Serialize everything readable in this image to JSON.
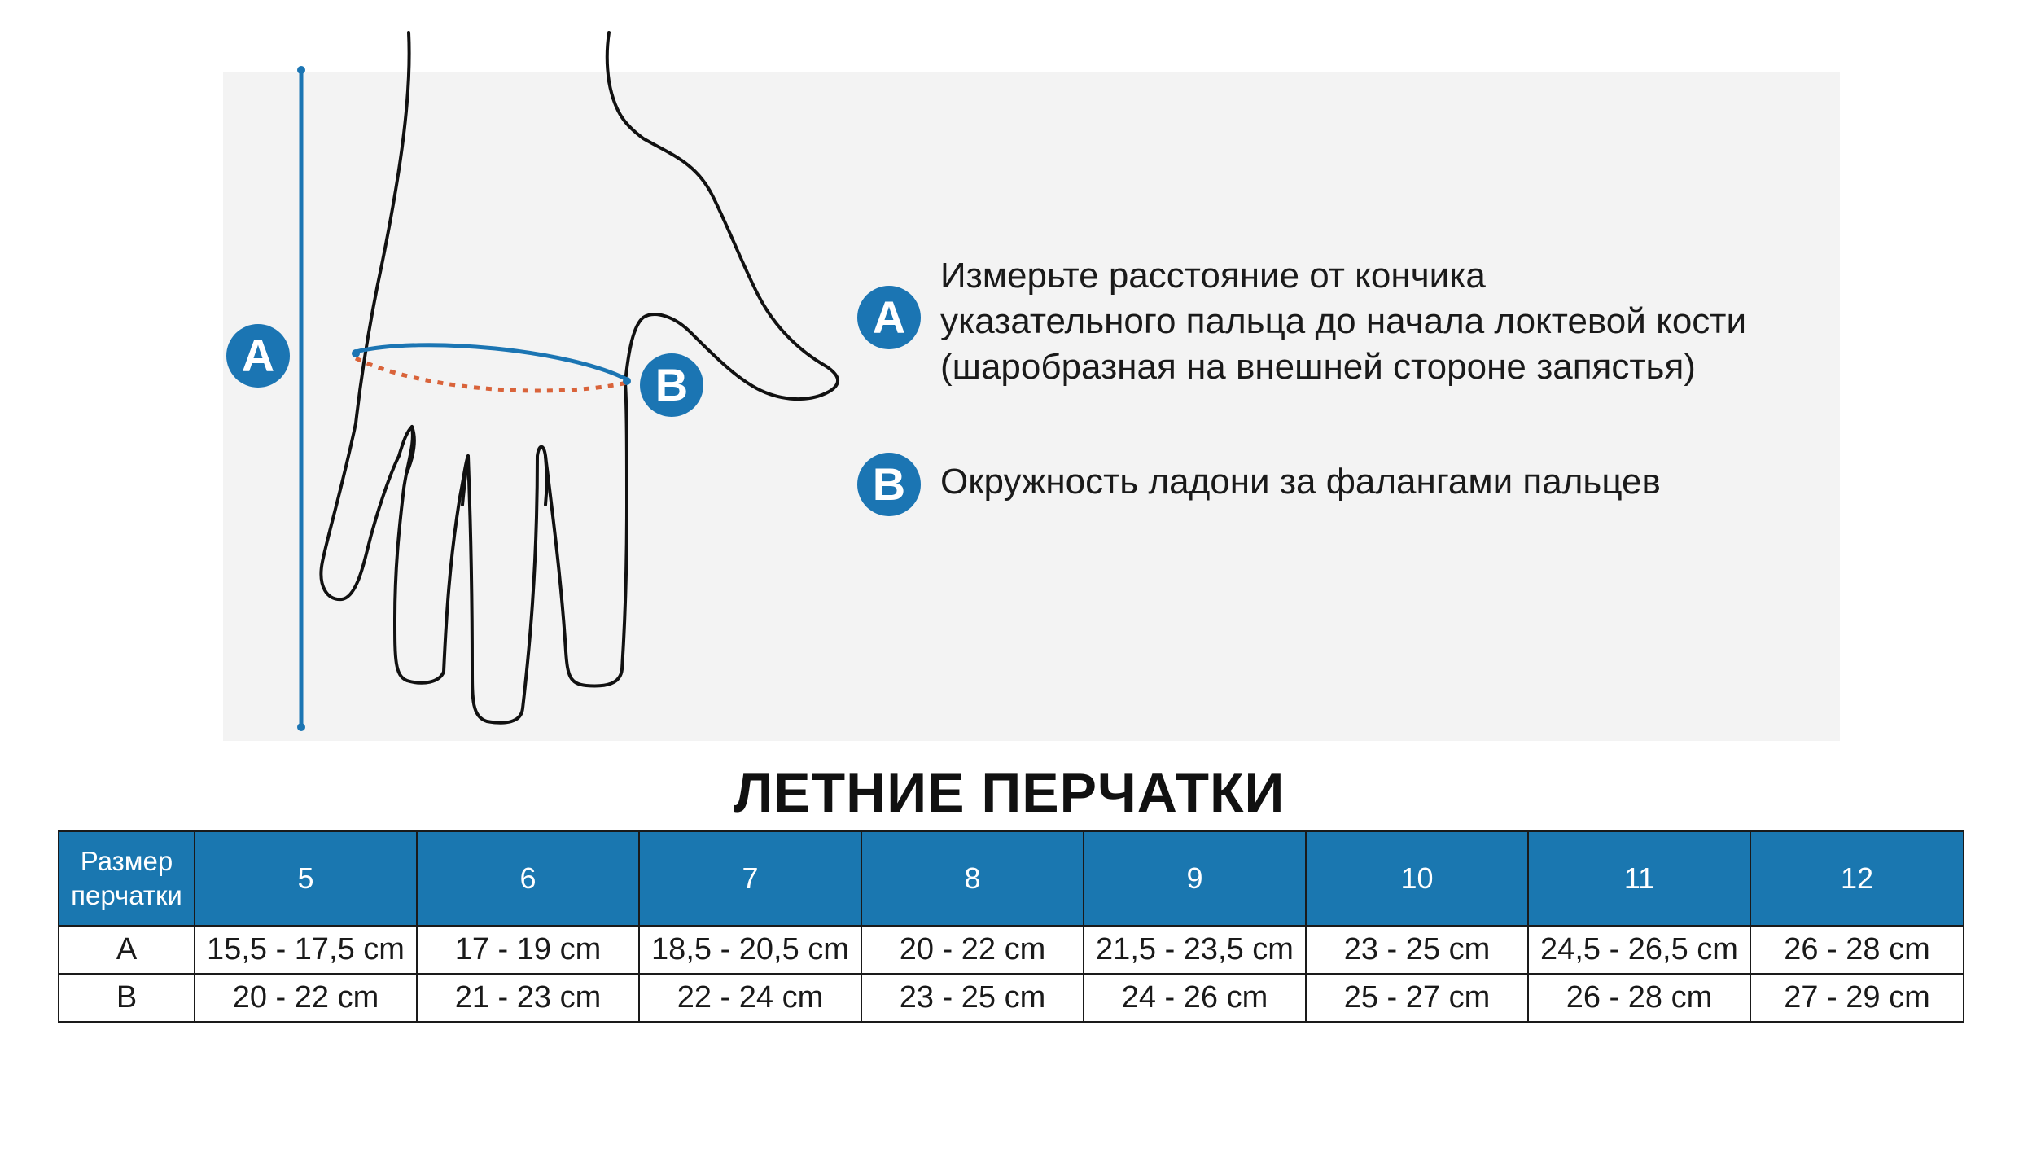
{
  "instructions": {
    "a": {
      "marker": "A",
      "lines": [
        "Измерьте расстояние от кончика",
        "указательного пальца до начала локтевой кости",
        "(шаробразная на внешней стороне запястья)"
      ]
    },
    "b": {
      "marker": "B",
      "text": "Окружность ладони за фалангами пальцев"
    }
  },
  "diagram": {
    "marker_a": "A",
    "marker_b": "B"
  },
  "table": {
    "title": "ЛЕТНИЕ ПЕРЧАТКИ",
    "header_label_lines": [
      "Размер",
      "перчатки"
    ],
    "sizes": [
      "5",
      "6",
      "7",
      "8",
      "9",
      "10",
      "11",
      "12"
    ],
    "rows": [
      {
        "label": "A",
        "values": [
          "15,5 - 17,5 cm",
          "17 - 19 cm",
          "18,5 - 20,5 cm",
          "20 - 22 cm",
          "21,5 - 23,5 cm",
          "23 - 25 cm",
          "24,5 - 26,5 cm",
          "26 - 28 cm"
        ]
      },
      {
        "label": "B",
        "values": [
          "20 - 22 cm",
          "21 - 23  cm",
          "22 - 24 cm",
          "23 - 25 cm",
          "24 - 26 cm",
          "25 - 27 cm",
          "26 - 28 cm",
          "27 - 29 cm"
        ]
      }
    ]
  },
  "colors": {
    "accent_blue": "#1b75b3",
    "header_blue": "#1a77b0",
    "dotted_red": "#d9633a",
    "panel_gray": "#f3f3f3"
  }
}
